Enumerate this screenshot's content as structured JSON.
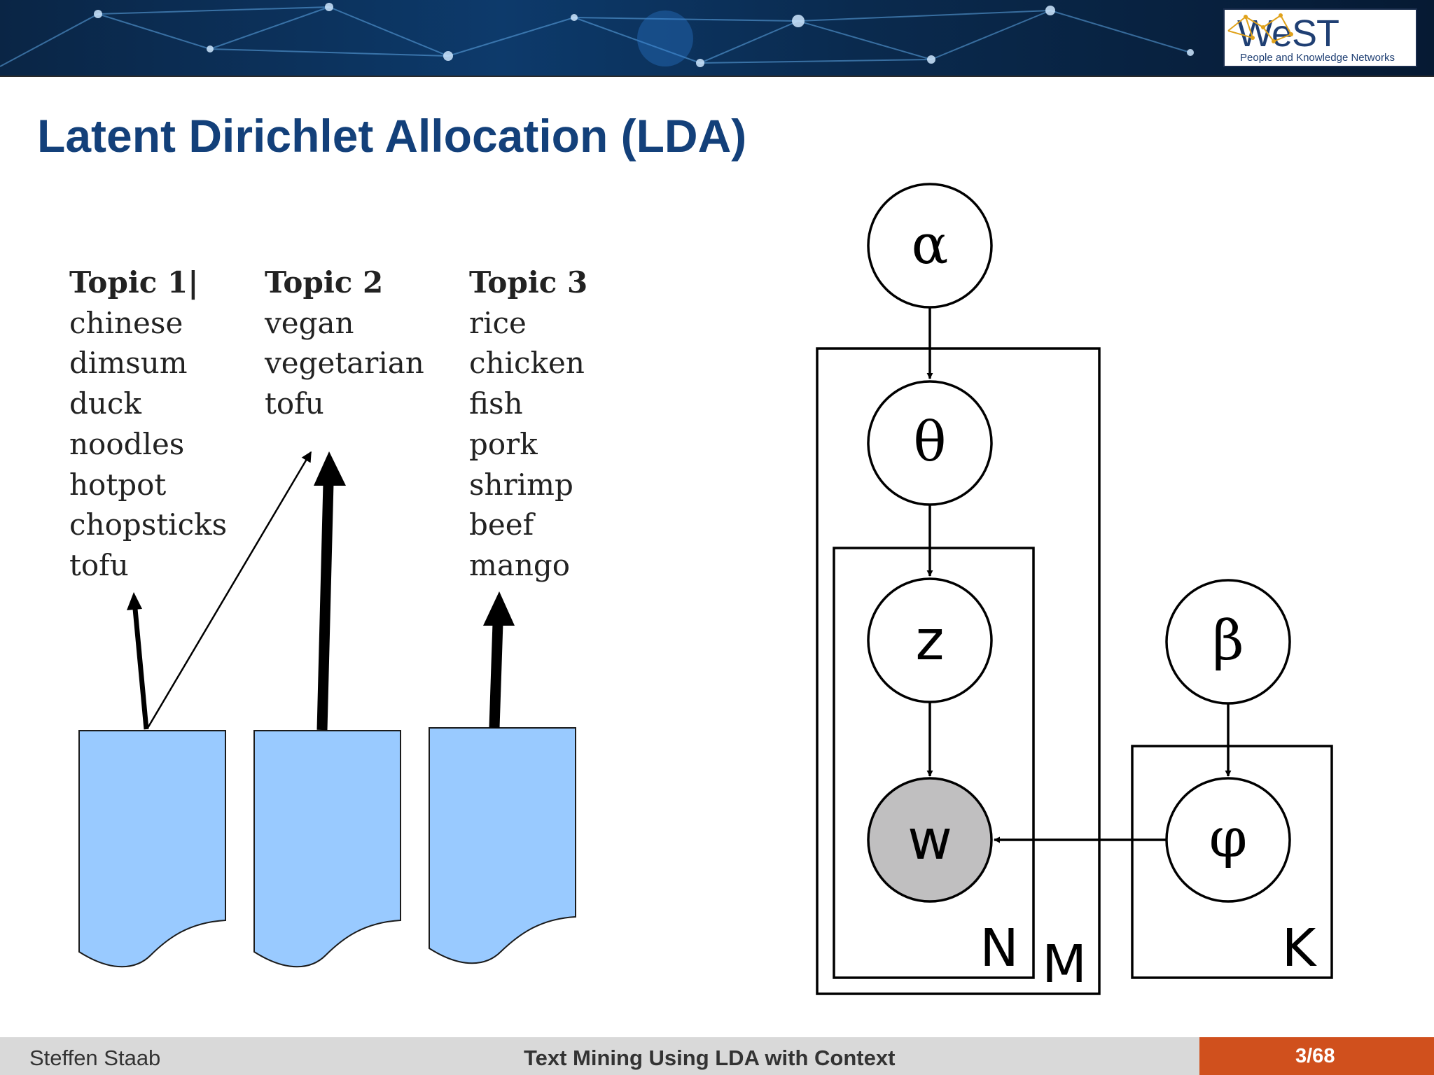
{
  "header": {
    "logo_text": "WeST",
    "logo_subtitle": "People and Knowledge Networks"
  },
  "slide": {
    "title": "Latent Dirichlet Allocation (LDA)"
  },
  "topics": [
    {
      "heading": "Topic 1|",
      "words": [
        "chinese",
        "dimsum",
        "duck",
        "noodles",
        "hotpot",
        "chopsticks",
        "tofu"
      ]
    },
    {
      "heading": "Topic 2",
      "words": [
        "vegan",
        "vegetarian",
        "tofu"
      ]
    },
    {
      "heading": "Topic 3",
      "words": [
        "rice",
        "chicken",
        "fish",
        "pork",
        "shrimp",
        "beef",
        "mango"
      ]
    }
  ],
  "graphical_model": {
    "nodes": {
      "alpha": "α",
      "theta": "θ",
      "z": "z",
      "w": "w",
      "beta": "β",
      "phi": "φ"
    },
    "plates": {
      "N": "N",
      "M": "M",
      "K": "K"
    },
    "colors": {
      "observed_node": "#c0bfc0",
      "document": "#99caff"
    }
  },
  "footer": {
    "author": "Steffen Staab",
    "title": "Text Mining Using LDA with Context",
    "page": "3/68",
    "accent_color": "#d0501d"
  }
}
